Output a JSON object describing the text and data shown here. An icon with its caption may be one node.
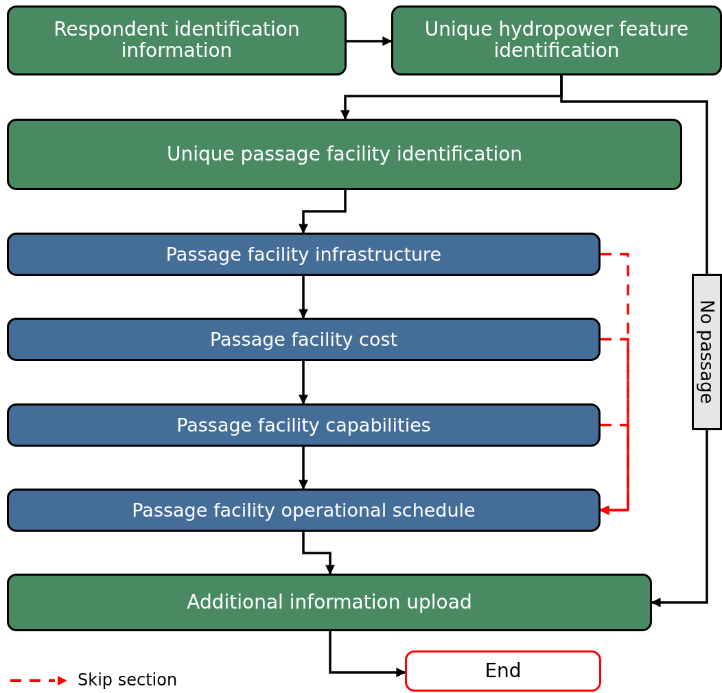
{
  "diagram": {
    "nodes": [
      {
        "text": [
          "Respondent identification information"
        ]
      },
      {
        "text": [
          "Unique hydropower feature identification"
        ]
      },
      {
        "text": [
          "Unique passage facility identification"
        ]
      },
      {
        "text": [
          "Passage facility infrastructure"
        ]
      },
      {
        "text": [
          "Passage facility cost"
        ]
      },
      {
        "text": [
          "Passage facility capabilities"
        ]
      },
      {
        "text": [
          "Passage facility operational schedule"
        ]
      },
      {
        "text": [
          "Additional information upload"
        ]
      },
      {
        "text": [
          "End"
        ]
      }
    ],
    "edges": [
      {
        "from": 0,
        "to": 1,
        "arrow": "to"
      },
      {
        "from": 1,
        "to": 2,
        "arrow": "to"
      },
      {
        "from": 1,
        "to": 7,
        "arrow": "to",
        "label": "No passage"
      },
      {
        "from": 2,
        "to": 3,
        "arrow": "to"
      },
      {
        "from": 3,
        "to": 4,
        "arrow": "to"
      },
      {
        "from": 4,
        "to": 5,
        "arrow": "to"
      },
      {
        "from": 5,
        "to": 6,
        "arrow": "to"
      },
      {
        "from": 6,
        "to": 7,
        "arrow": "to"
      },
      {
        "from": 7,
        "to": 8,
        "arrow": "to"
      },
      {
        "from": 3,
        "to": 6,
        "arrow": "to",
        "style": "dashed",
        "color": "#ff0000"
      },
      {
        "from": 4,
        "to": 6,
        "arrow": "to",
        "style": "dashed",
        "color": "#ff0000"
      },
      {
        "from": 5,
        "to": 6,
        "arrow": "to",
        "style": "dashed",
        "color": "#ff0000"
      }
    ],
    "legend": [
      {
        "text": "Skip section"
      }
    ]
  }
}
